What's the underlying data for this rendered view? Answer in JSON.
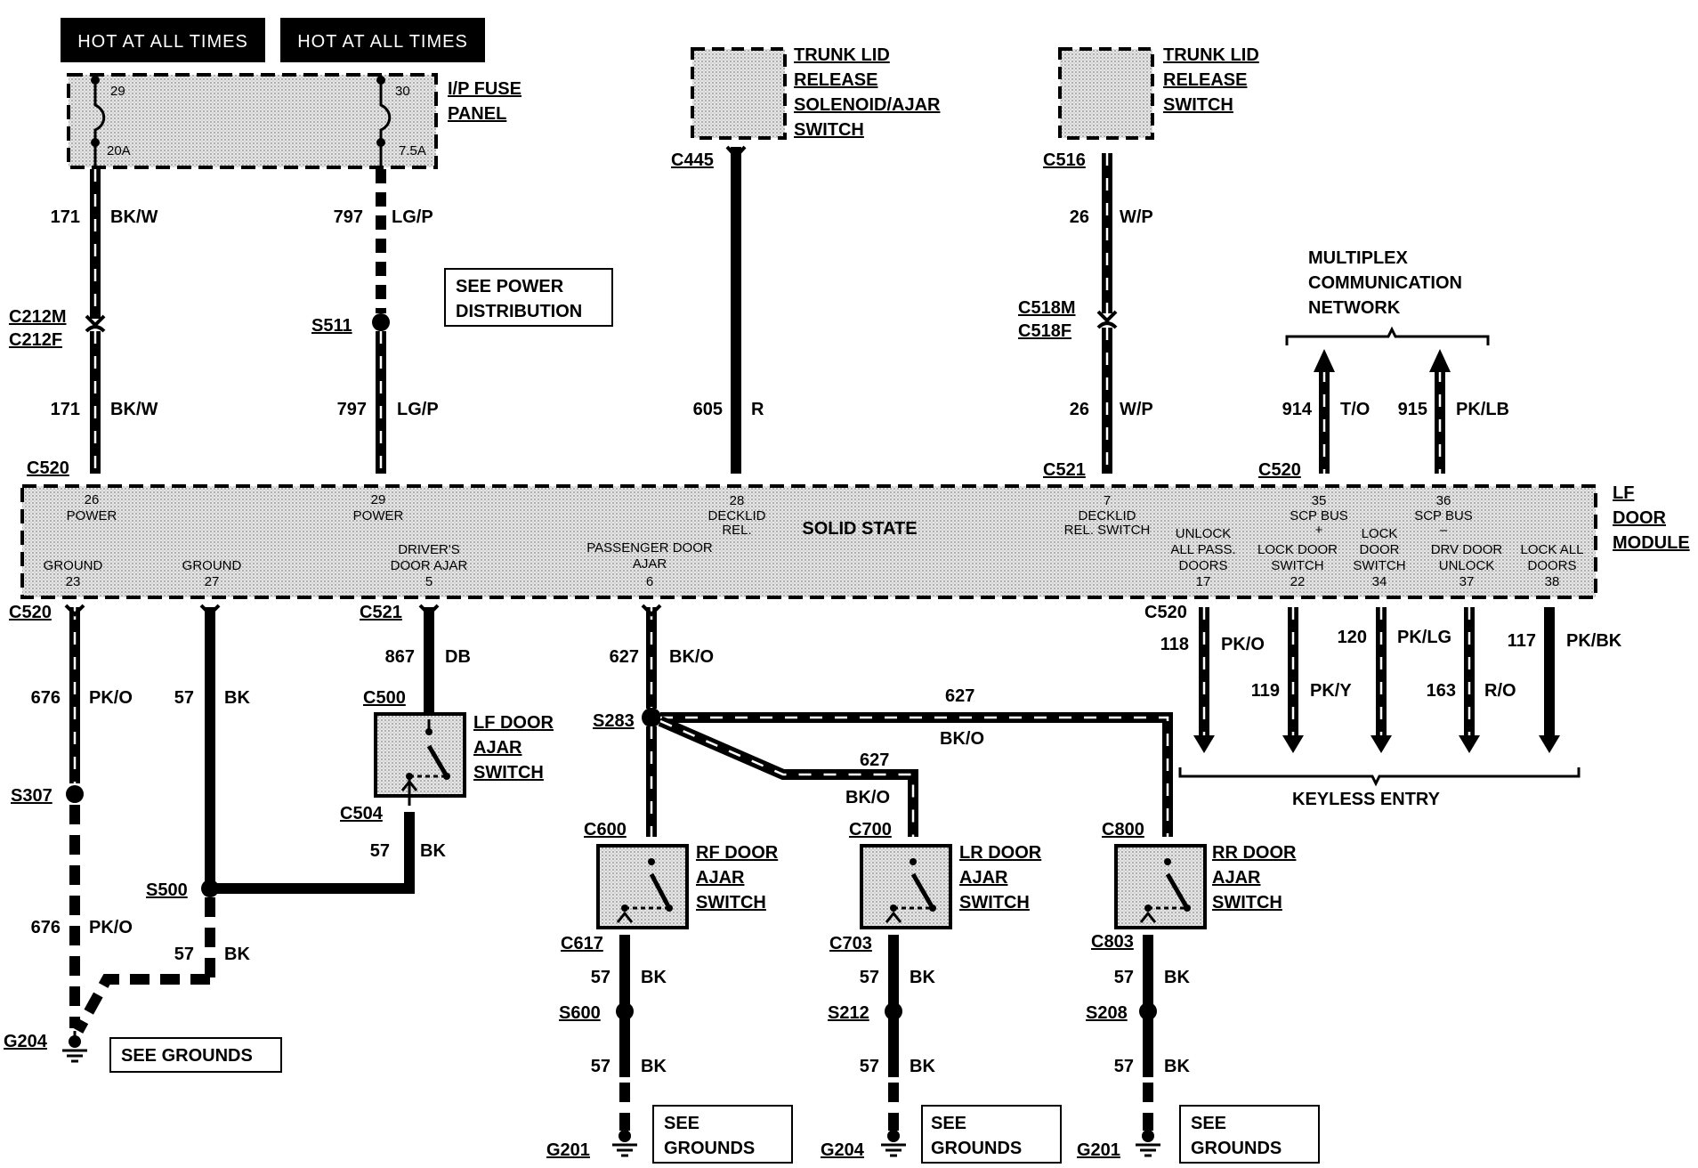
{
  "hot_labels": [
    "HOT AT ALL TIMES",
    "HOT AT ALL TIMES"
  ],
  "fuse_panel": {
    "name_line1": "I/P FUSE",
    "name_line2": "PANEL",
    "fuse1_num": "29",
    "fuse1_amp": "20A",
    "fuse2_num": "30",
    "fuse2_amp": "7.5A"
  },
  "trunk_solenoid": {
    "lines": [
      "TRUNK LID",
      "RELEASE",
      "SOLENOID/AJAR",
      "SWITCH"
    ],
    "connector": "C445"
  },
  "trunk_switch": {
    "lines": [
      "TRUNK LID",
      "RELEASE",
      "SWITCH"
    ],
    "connector": "C516"
  },
  "boxes": {
    "power_dist_1": "SEE POWER",
    "power_dist_2": "DISTRIBUTION",
    "grounds_1": "SEE GROUNDS",
    "see": "SEE",
    "grounds": "GROUNDS"
  },
  "multiplex": {
    "line1": "MULTIPLEX",
    "line2": "COMMUNICATION",
    "line3": "NETWORK"
  },
  "keyless_entry": "KEYLESS ENTRY",
  "module": {
    "name_line1": "LF",
    "name_line2": "DOOR",
    "name_line3": "MODULE",
    "center": "SOLID STATE",
    "pins_top": [
      {
        "num": "26",
        "name": "POWER"
      },
      {
        "num": "29",
        "name": "POWER"
      },
      {
        "num": "28",
        "name": "DECKLID",
        "name2": "REL."
      },
      {
        "num": "7",
        "name": "DECKLID",
        "name2": "REL. SWITCH"
      },
      {
        "num": "35",
        "name": "SCP BUS",
        "name2": "+"
      },
      {
        "num": "36",
        "name": "SCP BUS",
        "name2": "–"
      }
    ],
    "pins_bottom": [
      {
        "num": "23",
        "name": "GROUND"
      },
      {
        "num": "27",
        "name": "GROUND"
      },
      {
        "num": "5",
        "name": "DRIVER'S",
        "name2": "DOOR AJAR"
      },
      {
        "num": "6",
        "name": "PASSENGER DOOR",
        "name2": "AJAR"
      },
      {
        "num": "17",
        "name": "UNLOCK",
        "name2": "ALL PASS.",
        "name3": "DOORS"
      },
      {
        "num": "22",
        "name": "LOCK DOOR",
        "name2": "SWITCH"
      },
      {
        "num": "34",
        "name": "LOCK",
        "name2": "DOOR",
        "name3": "SWITCH"
      },
      {
        "num": "37",
        "name": "DRV DOOR",
        "name2": "UNLOCK"
      },
      {
        "num": "38",
        "name": "LOCK ALL",
        "name2": "DOORS"
      }
    ]
  },
  "connectors": {
    "c212m": "C212M",
    "c212f": "C212F",
    "s511": "S511",
    "c520": "C520",
    "c521": "C521",
    "c518m": "C518M",
    "c518f": "C518F",
    "c500": "C500",
    "c504": "C504",
    "s307": "S307",
    "s500": "S500",
    "g204": "G204",
    "s283": "S283",
    "c600": "C600",
    "c700": "C700",
    "c800": "C800",
    "c617": "C617",
    "c703": "C703",
    "c803": "C803",
    "s600": "S600",
    "s212": "S212",
    "s208": "S208",
    "g201": "G201"
  },
  "circuits": {
    "n171": "171",
    "bkw": "BK/W",
    "n797": "797",
    "lgp": "LG/P",
    "n605": "605",
    "r": "R",
    "n26": "26",
    "wp": "W/P",
    "n914": "914",
    "to": "T/O",
    "n915": "915",
    "pklb": "PK/LB",
    "n676": "676",
    "pko": "PK/O",
    "n57": "57",
    "bk": "BK",
    "n867": "867",
    "db": "DB",
    "n627": "627",
    "bko": "BK/O",
    "n118": "118",
    "n119": "119",
    "pky": "PK/Y",
    "n120": "120",
    "pklg": "PK/LG",
    "n163": "163",
    "ro": "R/O",
    "n117": "117",
    "pkbk": "PK/BK"
  },
  "switches": {
    "lf": [
      "LF DOOR",
      "AJAR",
      "SWITCH"
    ],
    "rf": [
      "RF DOOR",
      "AJAR",
      "SWITCH"
    ],
    "lr": [
      "LR DOOR",
      "AJAR",
      "SWITCH"
    ],
    "rr": [
      "RR DOOR",
      "AJAR",
      "SWITCH"
    ]
  }
}
